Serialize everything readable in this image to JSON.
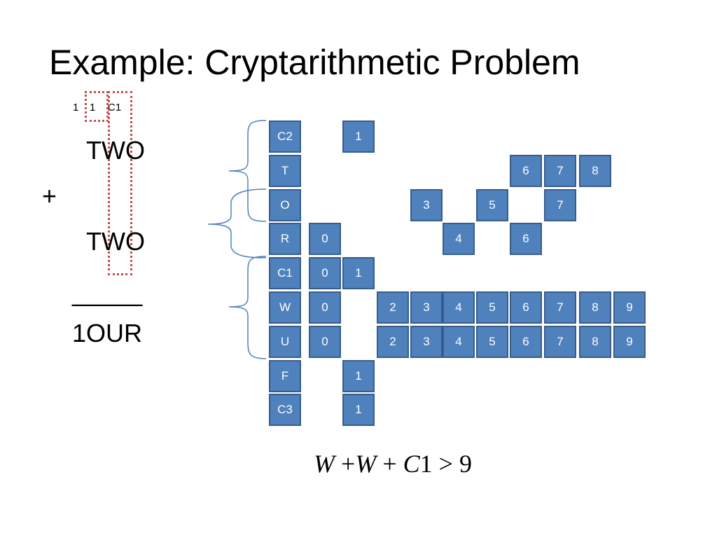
{
  "title": "Example: Cryptarithmetic Problem",
  "problem": {
    "carries": [
      "1",
      "1",
      "C1"
    ],
    "addend1": "TWO",
    "operator": "+",
    "addend2": "TWO",
    "rule": "_____",
    "sum": "1OUR"
  },
  "grid": {
    "variables": [
      "C2",
      "T",
      "O",
      "R",
      "C1",
      "W",
      "U",
      "F",
      "C3"
    ],
    "rows": [
      {
        "variable": "C2",
        "values": [
          {
            "col": 2,
            "v": "1"
          }
        ]
      },
      {
        "variable": "T",
        "values": [
          {
            "col": 7,
            "v": "6"
          },
          {
            "col": 8,
            "v": "7"
          },
          {
            "col": 9,
            "v": "8"
          }
        ]
      },
      {
        "variable": "O",
        "values": [
          {
            "col": 4,
            "v": "3"
          },
          {
            "col": 6,
            "v": "5"
          },
          {
            "col": 8,
            "v": "7"
          }
        ]
      },
      {
        "variable": "R",
        "values": [
          {
            "col": 1,
            "v": "0"
          },
          {
            "col": 5,
            "v": "4"
          },
          {
            "col": 7,
            "v": "6"
          }
        ]
      },
      {
        "variable": "C1",
        "values": [
          {
            "col": 1,
            "v": "0"
          },
          {
            "col": 2,
            "v": "1"
          }
        ]
      },
      {
        "variable": "W",
        "values": [
          {
            "col": 1,
            "v": "0"
          },
          {
            "col": 3,
            "v": "2"
          },
          {
            "col": 4,
            "v": "3"
          },
          {
            "col": 5,
            "v": "4"
          },
          {
            "col": 6,
            "v": "5"
          },
          {
            "col": 7,
            "v": "6"
          },
          {
            "col": 8,
            "v": "7"
          },
          {
            "col": 9,
            "v": "8"
          },
          {
            "col": 10,
            "v": "9"
          }
        ]
      },
      {
        "variable": "U",
        "values": [
          {
            "col": 1,
            "v": "0"
          },
          {
            "col": 3,
            "v": "2"
          },
          {
            "col": 4,
            "v": "3"
          },
          {
            "col": 5,
            "v": "4"
          },
          {
            "col": 6,
            "v": "5"
          },
          {
            "col": 7,
            "v": "6"
          },
          {
            "col": 8,
            "v": "7"
          },
          {
            "col": 9,
            "v": "8"
          },
          {
            "col": 10,
            "v": "9"
          }
        ]
      },
      {
        "variable": "F",
        "values": [
          {
            "col": 2,
            "v": "1"
          }
        ]
      },
      {
        "variable": "C3",
        "values": [
          {
            "col": 2,
            "v": "1"
          }
        ]
      }
    ]
  },
  "equation": {
    "parts": [
      "W",
      "+",
      "W",
      "+",
      "C",
      "1",
      ">",
      "9"
    ]
  },
  "colors": {
    "cell_fill": "#4f81bd",
    "cell_border": "#385d8a",
    "brace": "#4f81bd",
    "highlight": "#c0504d"
  }
}
